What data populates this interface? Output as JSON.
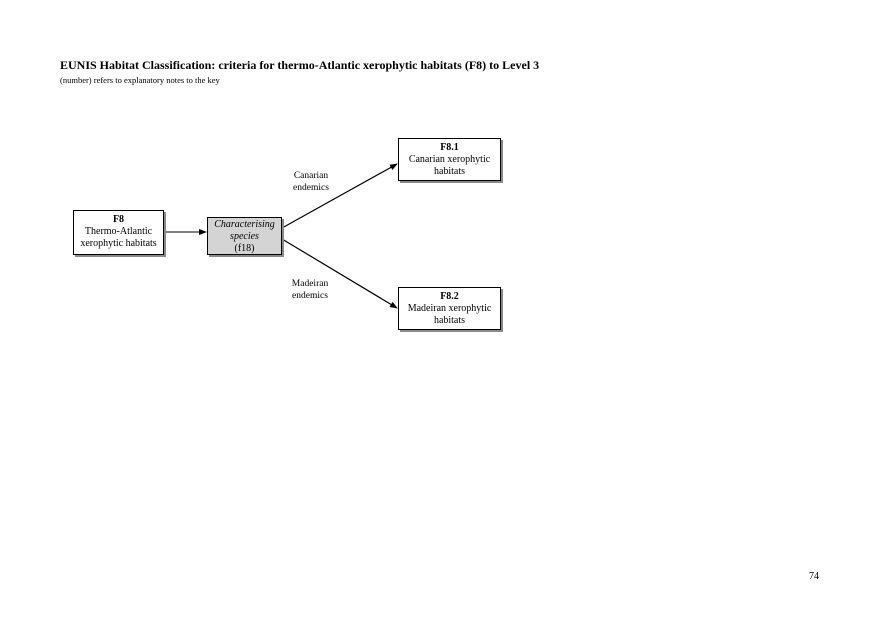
{
  "header": {
    "title": "EUNIS Habitat Classification: criteria for thermo-Atlantic xerophytic habitats (F8) to Level 3",
    "subtitle": "(number) refers to explanatory notes to the key"
  },
  "nodes": {
    "f8": {
      "code": "F8",
      "line1": "Thermo-Atlantic",
      "line2": "xerophytic habitats"
    },
    "criterion": {
      "line1": "Characterising",
      "line2": "species",
      "note": "(f18)"
    },
    "f81": {
      "code": "F8.1",
      "line1": "Canarian xerophytic",
      "line2": "habitats"
    },
    "f82": {
      "code": "F8.2",
      "line1": "Madeiran xerophytic",
      "line2": "habitats"
    }
  },
  "edges": {
    "canarian": {
      "line1": "Canarian",
      "line2": "endemics"
    },
    "madeiran": {
      "line1": "Madeiran",
      "line2": "endemics"
    }
  },
  "footer": {
    "page_number": "74"
  }
}
